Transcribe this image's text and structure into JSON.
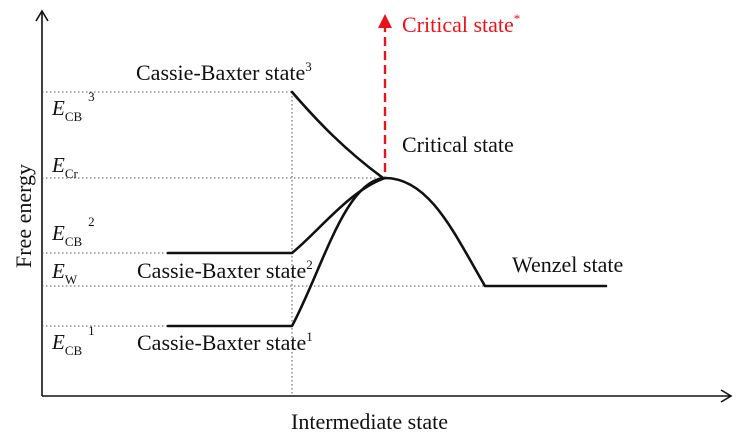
{
  "axes": {
    "y_label": "Free energy",
    "x_label": "Intermediate state"
  },
  "energy_levels": [
    {
      "symbol": "E",
      "subscript": "CB",
      "superscript": "3"
    },
    {
      "symbol": "E",
      "subscript": "Cr",
      "superscript": ""
    },
    {
      "symbol": "E",
      "subscript": "CB",
      "superscript": "2"
    },
    {
      "symbol": "E",
      "subscript": "W",
      "superscript": ""
    },
    {
      "symbol": "E",
      "subscript": "CB",
      "superscript": "1"
    }
  ],
  "states": {
    "cb3": {
      "text": "Cassie-Baxter state",
      "superscript": "3"
    },
    "cb2": {
      "text": "Cassie-Baxter state",
      "superscript": "2"
    },
    "cb1": {
      "text": "Cassie-Baxter state",
      "superscript": "1"
    },
    "critical": {
      "text": "Critical state"
    },
    "critical_star": {
      "text": "Critical state",
      "superscript": "*"
    },
    "wenzel": {
      "text": "Wenzel state"
    }
  },
  "colors": {
    "line": "#111111",
    "critical_arrow": "#e8141c"
  }
}
